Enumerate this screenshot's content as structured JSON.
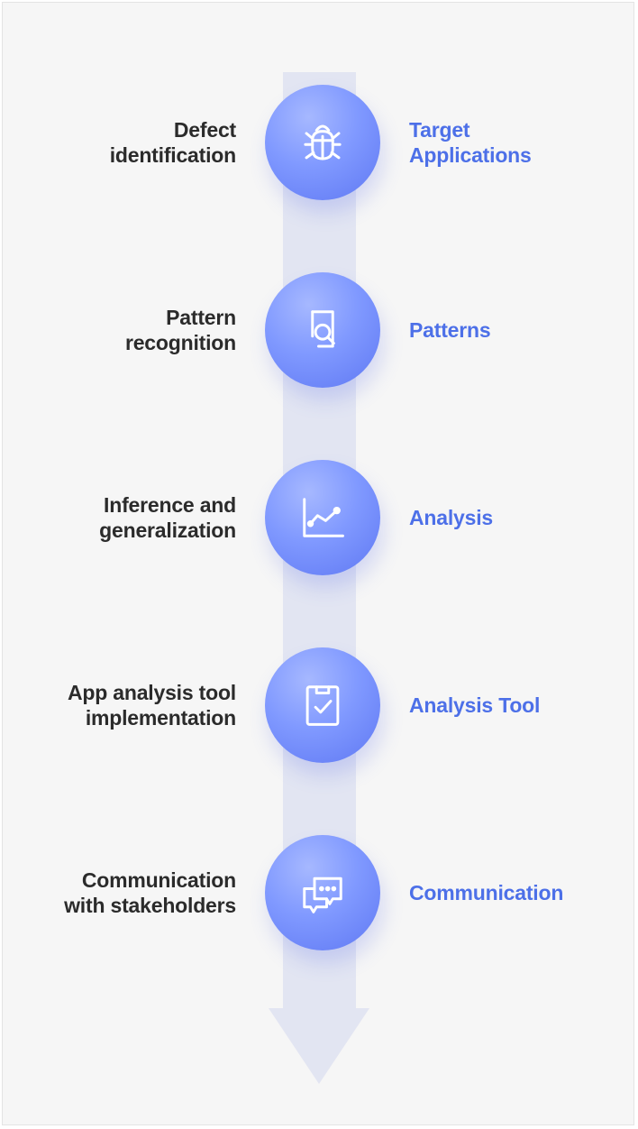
{
  "colors": {
    "background": "#f6f6f6",
    "left_text": "#2b2b2b",
    "accent_text": "#4d70e8",
    "circle": "#6f88fa",
    "arrow": "#e2e5f2"
  },
  "steps": [
    {
      "left": [
        "Defect",
        "identification"
      ],
      "right": [
        "Target",
        "Applications"
      ],
      "icon": "bug-icon"
    },
    {
      "left": [
        "Pattern",
        "recognition"
      ],
      "right": [
        "Patterns"
      ],
      "icon": "document-search-icon"
    },
    {
      "left": [
        "Inference and",
        "generalization"
      ],
      "right": [
        "Analysis"
      ],
      "icon": "line-chart-icon"
    },
    {
      "left": [
        "App analysis tool",
        "implementation"
      ],
      "right": [
        "Analysis Tool"
      ],
      "icon": "clipboard-check-icon"
    },
    {
      "left": [
        "Communication",
        "with stakeholders"
      ],
      "right": [
        "Communication"
      ],
      "icon": "chat-bubbles-icon"
    }
  ]
}
